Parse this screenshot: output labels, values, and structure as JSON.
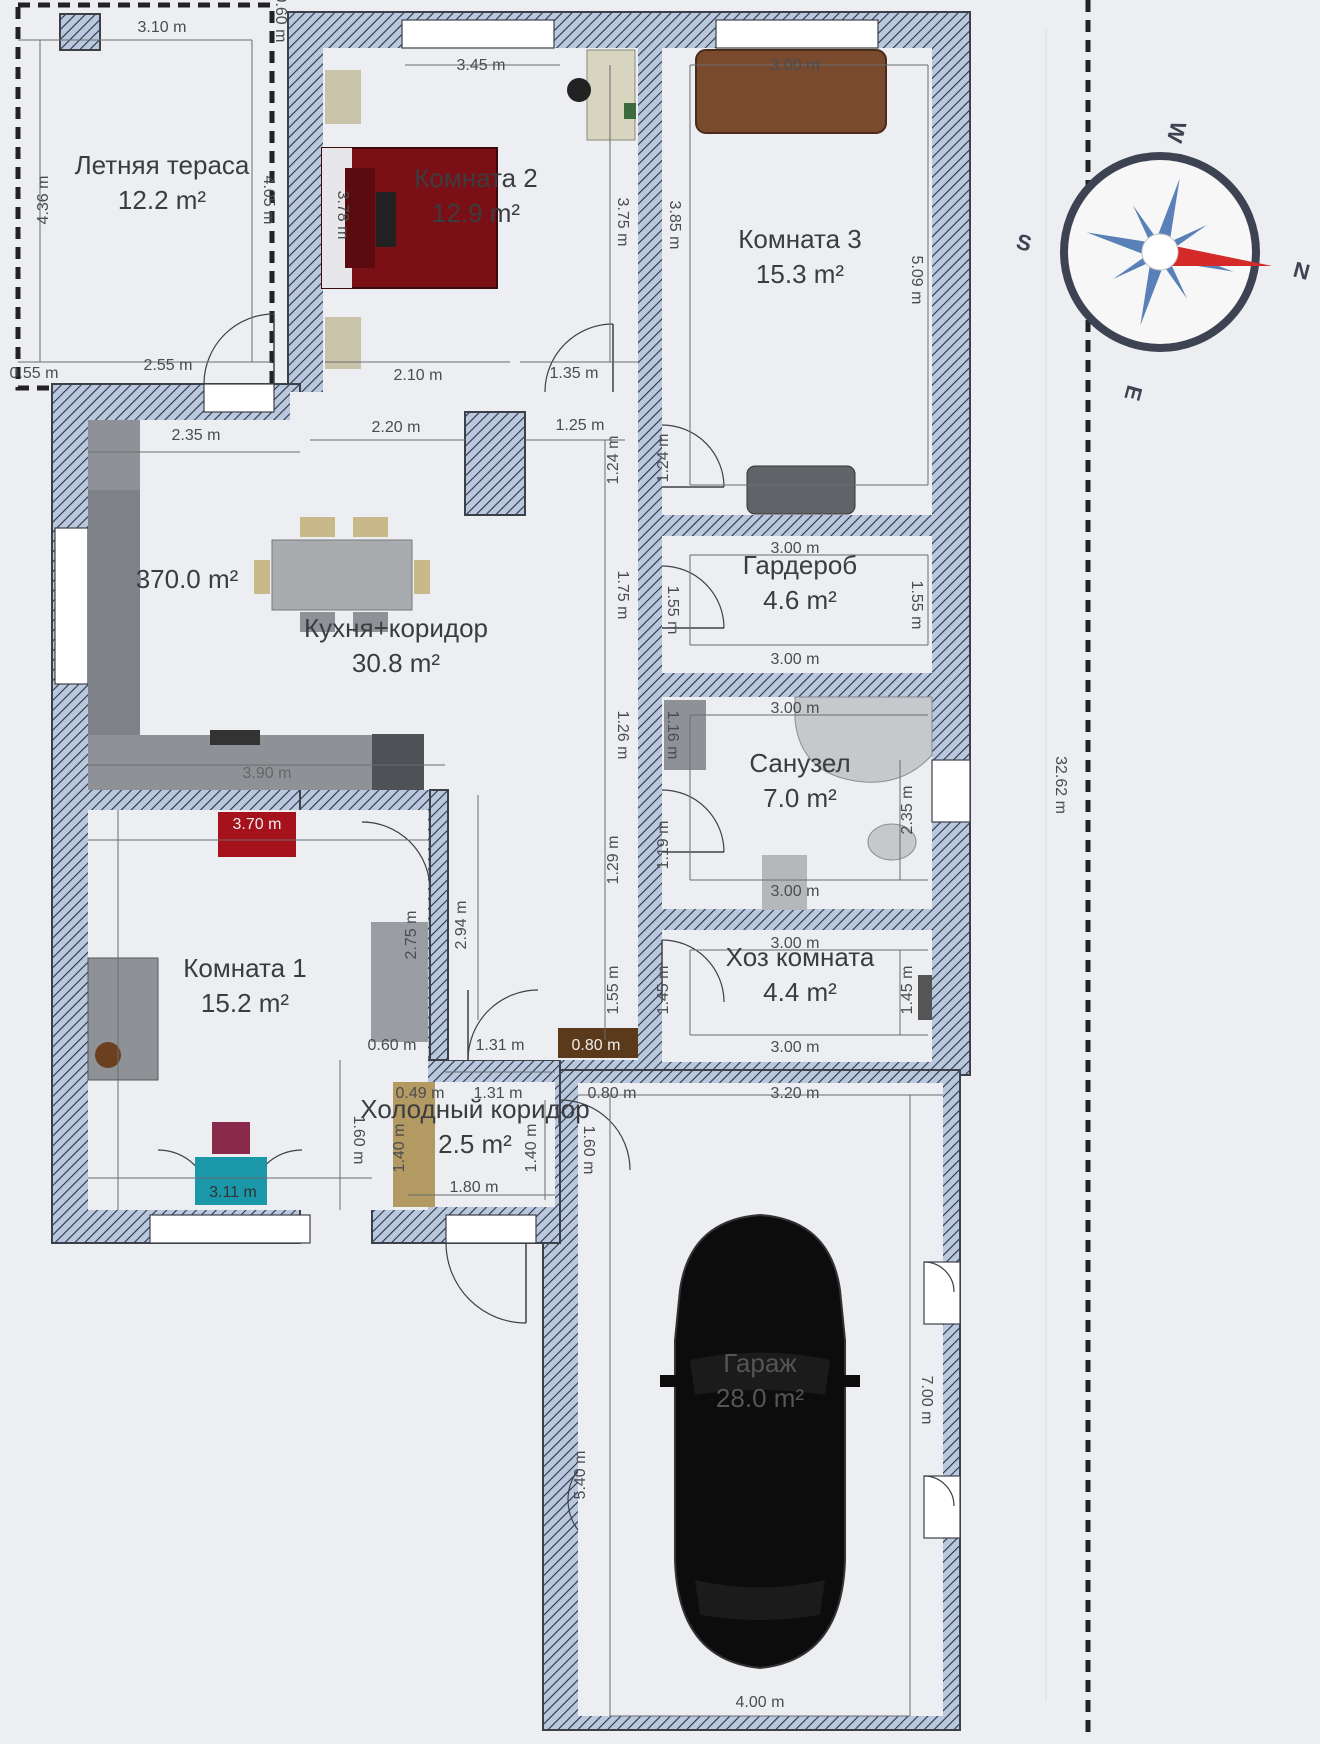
{
  "rooms": {
    "terrace": {
      "name": "Летняя тераса",
      "area": "12.2 m²"
    },
    "room2": {
      "name": "Комната 2",
      "area": "12.9 m²"
    },
    "room3": {
      "name": "Комната 3",
      "area": "15.3 m²"
    },
    "kitchen": {
      "name": "Кухня+коридор",
      "area": "30.8 m²"
    },
    "kitchen_extra_area": "370.0 m²",
    "wardrobe": {
      "name": "Гардероб",
      "area": "4.6 m²"
    },
    "bathroom": {
      "name": "Санузел",
      "area": "7.0 m²"
    },
    "room1": {
      "name": "Комната 1",
      "area": "15.2 m²"
    },
    "utility": {
      "name": "Хоз комната",
      "area": "4.4 m²"
    },
    "cold_corridor": {
      "name": "Холодный коридор",
      "area": "2.5 m²"
    },
    "garage": {
      "name": "Гараж",
      "area": "28.0 m²"
    }
  },
  "dimensions": {
    "d_310": "3.10 m",
    "d_436": "4.36 m",
    "d_405": "4.05 m",
    "d_055": "0.55 m",
    "d_255": "2.55 m",
    "d_345": "3.45 m",
    "d_378": "3.78 m",
    "d_375": "3.75 m",
    "d_210": "2.10 m",
    "d_135": "1.35 m",
    "d_300a": "3.00 m",
    "d_385": "3.85 m",
    "d_509": "5.09 m",
    "d_235": "2.35 m",
    "d_220": "2.20 m",
    "d_125": "1.25 m",
    "d_124a": "1.24 m",
    "d_124b": "1.24 m",
    "d_300b": "3.00 m",
    "d_175": "1.75 m",
    "d_155a": "1.55 m",
    "d_155b": "1.55 m",
    "d_300c": "3.00 m",
    "d_300d": "3.00 m",
    "d_116": "1.16 m",
    "d_126": "1.26 m",
    "d_235b": "2.35 m",
    "d_129": "1.29 m",
    "d_119": "1.19 m",
    "d_300e": "3.00 m",
    "d_300f": "3.00 m",
    "d_155c": "1.55 m",
    "d_145a": "1.45 m",
    "d_145b": "1.45 m",
    "d_300g": "3.00 m",
    "d_390": "3.90 m",
    "d_370": "3.70 m",
    "d_294": "2.94 m",
    "d_275": "2.75 m",
    "d_060": "0.60 m",
    "d_131a": "1.31 m",
    "d_080a": "0.80 m",
    "d_311": "3.11 m",
    "d_160a": "1.60 m",
    "d_049": "0.49 m",
    "d_131b": "1.31 m",
    "d_080b": "0.80 m",
    "d_320": "3.20 m",
    "d_140a": "1.40 m",
    "d_140b": "1.40 m",
    "d_160b": "1.60 m",
    "d_180": "1.80 m",
    "d_700": "7.00 m",
    "d_540": "5.40 m",
    "d_400": "4.00 m",
    "d_3262": "32.62 m",
    "d_060b": "0.60 m"
  },
  "compass": {
    "n": "N",
    "s": "S",
    "e": "E",
    "w": "W"
  },
  "colors": {
    "wall_fill": "#b9c8de",
    "wall_stroke": "#3c4048",
    "floor": "#eceef1",
    "compass_red": "#d42a2a",
    "compass_blue": "#5a80b8"
  }
}
